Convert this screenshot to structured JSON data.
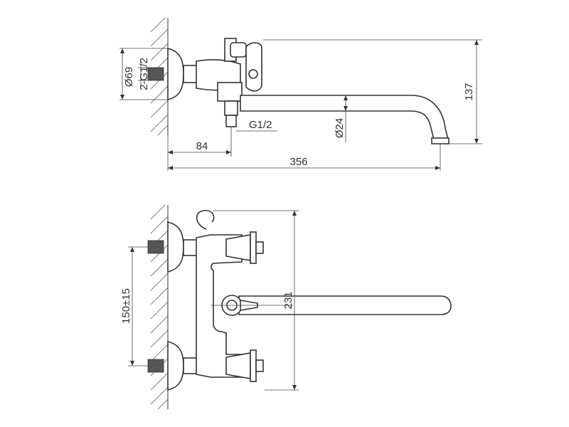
{
  "dimensions": {
    "flange_diameter": "Ø69",
    "inlet_thread": "2-G1/2",
    "outlet_thread": "G1/2",
    "spout_diameter": "Ø24",
    "height": "137",
    "offset": "84",
    "spout_length": "356",
    "center_distance": "150±15",
    "overall_height": "231"
  },
  "colors": {
    "line": "#333333",
    "fill": "#555555",
    "background": "#ffffff"
  }
}
